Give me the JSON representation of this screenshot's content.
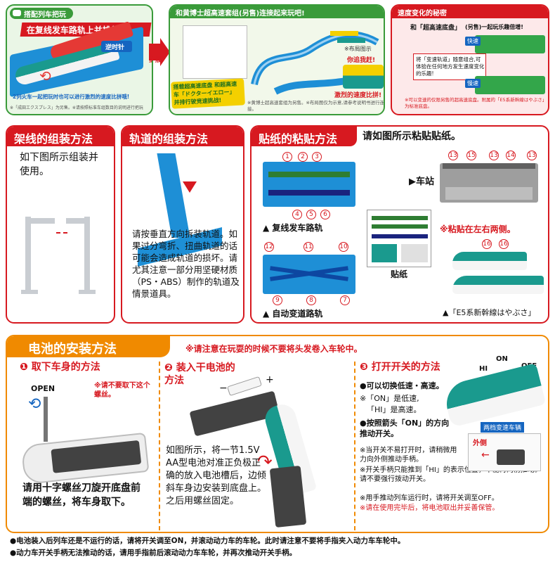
{
  "top": {
    "left": {
      "badge": "搭配列车把玩",
      "banner": "在复线发车路轨上并排行驶!",
      "direction": "逆时针",
      "expand": "扩展",
      "caption": "2列火车一起把玩时也可以进行激烈的速度比拼哦!",
      "note": "※「成田エクスプレス」为另售。※请按照标准车组数目的说明进行把玩"
    },
    "middle": {
      "title": "和黄博士超高速套组(另售)连接起来玩吧!",
      "layout_note": "※布局图示",
      "speed_label": "你追我赶!",
      "overlay": "搭载超高速底盘 和超高速车「ドクターイエロー」 并排行驶竞速挑战!",
      "compete": "激烈的速度比拼!",
      "note": "※黄博士超高速套组为另售。※布局图仅为示意,请参考说明书进行连接。"
    },
    "right": {
      "title": "速度变化的秘密",
      "line1_a": "和「超高速底盘」",
      "line1_b": "(另售)一起玩乐趣倍增!",
      "fast": "快速",
      "slow": "慢速",
      "box_text": "将「变速轨道」随意组合,可体验在任何地方发生速度变化的乐趣!",
      "note": "※可以变速的仅限另售的超高速底盘。附属的「E5系新幹線はやぶさ」为标准底盘。"
    }
  },
  "mid": {
    "frame": {
      "title": "架线的组装方法",
      "text": "如下图所示组装并使用。"
    },
    "track": {
      "title": "轨道的组装方法",
      "text": "请按垂直方向拆装轨道。如果过分弯折、扭曲轨道的话可能会造成轨道的损坏。请尤其注意一部分用坚硬材质（PS・ABS）制作的轨道及情景道具。"
    },
    "sticker": {
      "title": "贴纸的粘贴方法",
      "instruction": "请如图所示粘贴贴纸。",
      "station": "▶车站",
      "double_track": "▲ 复线发车路轨",
      "auto_track": "▲ 自动变道路轨",
      "sticker_label": "贴纸",
      "both_sides": "※粘贴在左右两侧。",
      "train_name": "▲「E5系新幹線はやぶさ」",
      "nums": [
        "1",
        "2",
        "3",
        "4",
        "5",
        "6",
        "7",
        "8",
        "9",
        "10",
        "11",
        "12",
        "13",
        "14",
        "15",
        "16"
      ]
    }
  },
  "battery": {
    "title": "电池的安装方法",
    "warning": "※请注意在玩耍的时候不要将头发卷入车轮中。",
    "step1": {
      "title": "❶ 取下车身的方法",
      "open": "OPEN",
      "warn": "※请不要取下这个螺丝。",
      "text": "请用十字螺丝刀旋开底盘前端的螺丝，将车身取下。"
    },
    "step2": {
      "title": "❷ 装入干电池的方法",
      "minus": "−",
      "plus": "+",
      "text": "如图所示，将一节1.5V AA型电池对准正负极正确的放入电池槽后，边倾斜车身边安装到底盘上。之后用螺丝固定。"
    },
    "step3": {
      "title": "❸ 打开开关的方法",
      "b1": "●可以切换低速・高速。",
      "b2": "※「ON」是低速,",
      "b3": "「HI」是高速。",
      "b4": "●按照箭头「ON」的方向推动开关。",
      "on": "ON",
      "hi": "HI",
      "off": "OFF",
      "two_speed": "两档变速车辆",
      "outside": "外侧",
      "n1": "※当开关不易打开时，请稍微用力向外侧推动手柄。",
      "n2": "※开关手柄只能推到「HI」的表示位置，不能再向前推动。请不要强行拨动开关。",
      "n3": "※用手推动列车运行时，请将开关调至OFF。",
      "n4": "※请在使用完毕后，将电池取出并妥善保管。"
    }
  },
  "footer": {
    "line1": "●电池装入后列车还是不运行的话，请将开关调至ON，并滚动动力车的车轮。此时请注意不要将手指夹入动力车车轮中。",
    "line2": "●动力车开关手柄无法推动的话，请用手指前后滚动动力车车轮，并再次推动开关手柄。"
  },
  "colors": {
    "red": "#d71920",
    "green": "#3a9b3a",
    "orange": "#f08a00",
    "blue": "#1e8fd6"
  }
}
